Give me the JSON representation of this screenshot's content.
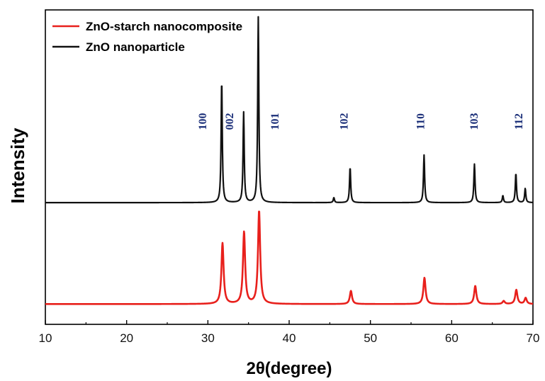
{
  "chart_data": {
    "type": "line",
    "title": "",
    "xlabel": "2θ(degree)",
    "ylabel": "Intensity",
    "xlim": [
      10,
      70
    ],
    "x_ticks": [
      10,
      20,
      30,
      40,
      50,
      60,
      70
    ],
    "y_ticks_shown": false,
    "grid": false,
    "legend_position": "top-left",
    "series": [
      {
        "name": "ZnO-starch nanocomposite",
        "color": "#e8201c",
        "baseline": 0.0,
        "peak_width": 0.32,
        "peaks": [
          {
            "x": 31.8,
            "h": 0.6
          },
          {
            "x": 34.45,
            "h": 0.71
          },
          {
            "x": 36.3,
            "h": 0.92
          },
          {
            "x": 47.6,
            "h": 0.13
          },
          {
            "x": 56.65,
            "h": 0.26
          },
          {
            "x": 62.9,
            "h": 0.18
          },
          {
            "x": 66.4,
            "h": 0.03
          },
          {
            "x": 67.95,
            "h": 0.14
          },
          {
            "x": 69.1,
            "h": 0.06
          }
        ]
      },
      {
        "name": "ZnO nanoparticle",
        "color": "#111111",
        "baseline": 1.0,
        "peak_width": 0.17,
        "peaks": [
          {
            "x": 31.7,
            "h": 1.21
          },
          {
            "x": 34.4,
            "h": 0.89
          },
          {
            "x": 36.2,
            "h": 1.83
          },
          {
            "x": 45.5,
            "h": 0.05
          },
          {
            "x": 47.5,
            "h": 0.35
          },
          {
            "x": 56.6,
            "h": 0.47
          },
          {
            "x": 62.8,
            "h": 0.38
          },
          {
            "x": 66.3,
            "h": 0.07
          },
          {
            "x": 67.9,
            "h": 0.29
          },
          {
            "x": 69.05,
            "h": 0.14
          }
        ]
      }
    ],
    "ylim": [
      -0.2,
      2.9
    ],
    "annotations": [
      {
        "text": "100",
        "x": 29.8
      },
      {
        "text": "002",
        "x": 33.1
      },
      {
        "text": "101",
        "x": 38.7
      },
      {
        "text": "102",
        "x": 47.2
      },
      {
        "text": "110",
        "x": 56.6
      },
      {
        "text": "103",
        "x": 63.2
      },
      {
        "text": "112",
        "x": 68.7
      }
    ]
  }
}
